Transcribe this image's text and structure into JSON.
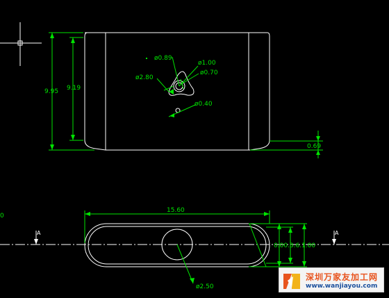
{
  "top_view": {
    "dim_overall_height": "9.95",
    "dim_inner_height": "9.19",
    "dim_right_offset": "0.69",
    "hole_center": "ø1.00",
    "hole_inner": "ø0.70",
    "hole_top": "ø0.89",
    "trefoil": "ø2.80",
    "small_hole": "ø0.40"
  },
  "front_view": {
    "dim_length": "15.60",
    "circle": "ø2.50",
    "right_dims": "0.00.3.6.1.00",
    "left_marker": "0",
    "section_left": "A",
    "section_right": "A"
  },
  "watermark": {
    "name": "深圳万家友加工网",
    "url": "www.wanjiayou.com"
  },
  "colors": {
    "background": "#000000",
    "geometry": "#ffffff",
    "dimension": "#00e400"
  }
}
